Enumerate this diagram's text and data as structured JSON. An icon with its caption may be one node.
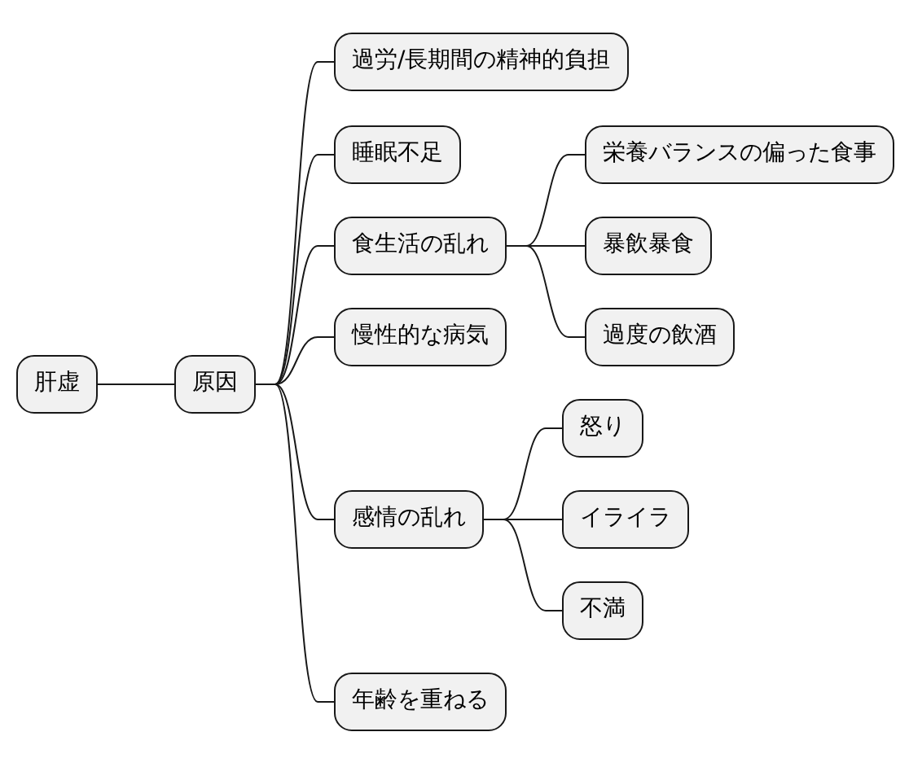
{
  "diagram": {
    "nodes": [
      {
        "text": [
          "肝虚"
        ]
      },
      {
        "text": [
          "原因"
        ]
      },
      {
        "text": [
          "過労/長期間の精神的負担"
        ]
      },
      {
        "text": [
          "睡眠不足"
        ]
      },
      {
        "text": [
          "食生活の乱れ"
        ]
      },
      {
        "text": [
          "栄養バランスの偏った食事"
        ]
      },
      {
        "text": [
          "暴飲暴食"
        ]
      },
      {
        "text": [
          "過度の飲酒"
        ]
      },
      {
        "text": [
          "慢性的な病気"
        ]
      },
      {
        "text": [
          "感情の乱れ"
        ]
      },
      {
        "text": [
          "怒り"
        ]
      },
      {
        "text": [
          "イライラ"
        ]
      },
      {
        "text": [
          "不満"
        ]
      },
      {
        "text": [
          "年齢を重ねる"
        ]
      }
    ],
    "edges": [
      {
        "from": 0,
        "to": 1,
        "arrow": "none"
      },
      {
        "from": 1,
        "to": 2,
        "arrow": "none"
      },
      {
        "from": 1,
        "to": 3,
        "arrow": "none"
      },
      {
        "from": 1,
        "to": 4,
        "arrow": "none"
      },
      {
        "from": 4,
        "to": 5,
        "arrow": "none"
      },
      {
        "from": 4,
        "to": 6,
        "arrow": "none"
      },
      {
        "from": 4,
        "to": 7,
        "arrow": "none"
      },
      {
        "from": 1,
        "to": 8,
        "arrow": "none"
      },
      {
        "from": 1,
        "to": 9,
        "arrow": "none"
      },
      {
        "from": 9,
        "to": 10,
        "arrow": "none"
      },
      {
        "from": 9,
        "to": 11,
        "arrow": "none"
      },
      {
        "from": 9,
        "to": 12,
        "arrow": "none"
      },
      {
        "from": 1,
        "to": 13,
        "arrow": "none"
      }
    ]
  }
}
